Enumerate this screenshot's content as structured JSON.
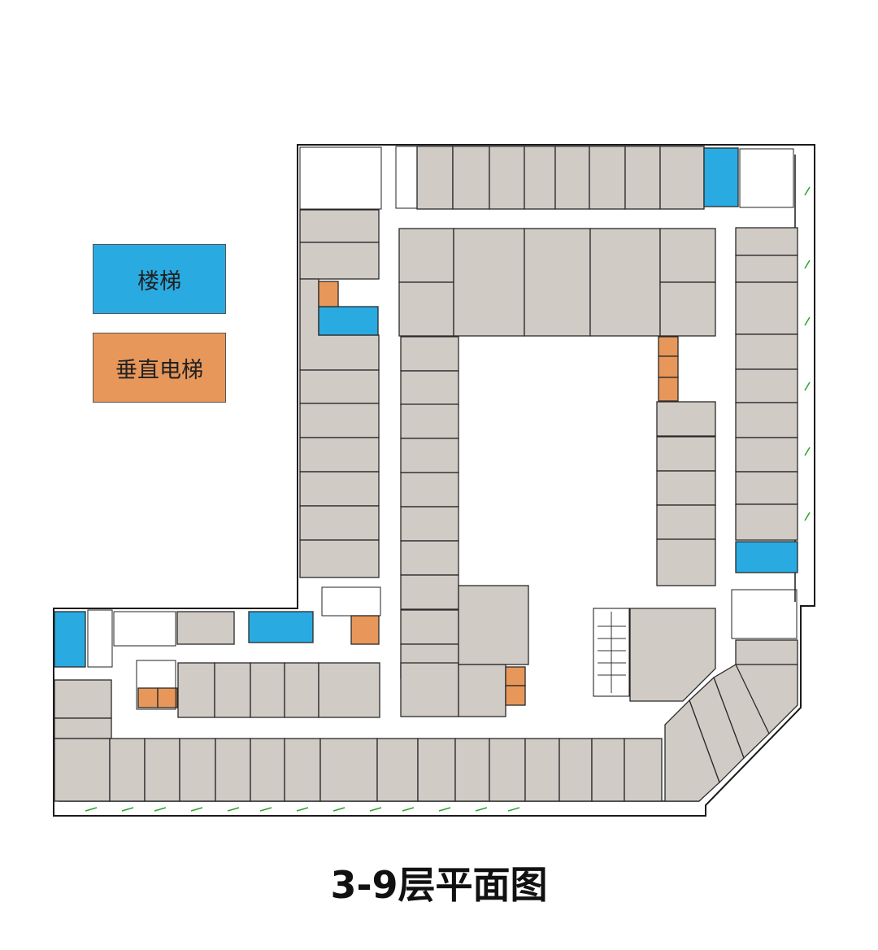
{
  "title": "3-9层平面图",
  "legend": [
    {
      "label": "楼梯",
      "color": "#29abe2",
      "role": "stairs"
    },
    {
      "label": "垂直电梯",
      "color": "#e8975a",
      "role": "elevator"
    }
  ],
  "colors": {
    "shop": "#d1cbc6",
    "stairs": "#29abe2",
    "elevator": "#e8975a",
    "wall": "#1a1a1a",
    "atrium": "#ffffff",
    "glass": "#2aa52a"
  }
}
